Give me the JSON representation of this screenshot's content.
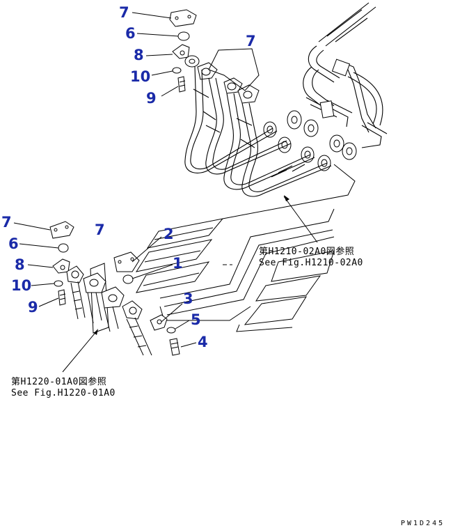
{
  "callouts": [
    {
      "id": "c7a",
      "text": "7"
    },
    {
      "id": "c6a",
      "text": "6"
    },
    {
      "id": "c8a",
      "text": "8"
    },
    {
      "id": "c10a",
      "text": "10"
    },
    {
      "id": "c9a",
      "text": "9"
    },
    {
      "id": "c7b",
      "text": "7"
    },
    {
      "id": "c7c",
      "text": "7"
    },
    {
      "id": "c6b",
      "text": "6"
    },
    {
      "id": "c8b",
      "text": "8"
    },
    {
      "id": "c10b",
      "text": "10"
    },
    {
      "id": "c9b",
      "text": "9"
    },
    {
      "id": "c7d",
      "text": "7"
    },
    {
      "id": "c2",
      "text": "2"
    },
    {
      "id": "c1",
      "text": "1"
    },
    {
      "id": "c3",
      "text": "3"
    },
    {
      "id": "c5",
      "text": "5"
    },
    {
      "id": "c4",
      "text": "4"
    }
  ],
  "references": {
    "upper_jp": "第H1210-02A0図参照",
    "upper_en": "See Fig.H1210-02A0",
    "lower_jp": "第H1220-01A0図参照",
    "lower_en": "See Fig.H1220-01A0"
  },
  "drawing_code": "PW1D245"
}
